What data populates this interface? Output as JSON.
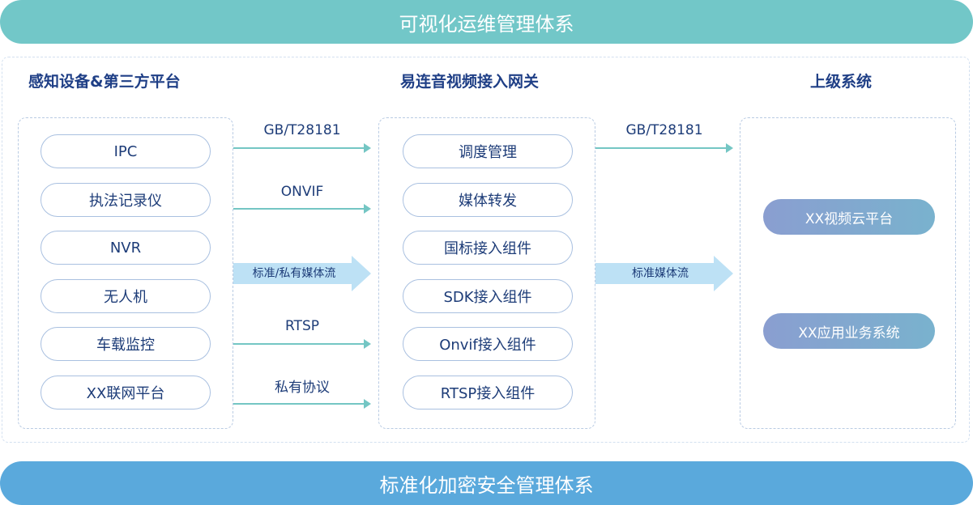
{
  "top_banner": "可视化运维管理体系",
  "bottom_banner": "标准化加密安全管理体系",
  "columns": {
    "left": {
      "title": "感知设备&第三方平台",
      "items": [
        "IPC",
        "执法记录仪",
        "NVR",
        "无人机",
        "车载监控",
        "XX联网平台"
      ]
    },
    "middle": {
      "title": "易连音视频接入网关",
      "items": [
        "调度管理",
        "媒体转发",
        "国标接入组件",
        "SDK接入组件",
        "Onvif接入组件",
        "RTSP接入组件"
      ]
    },
    "right": {
      "title": "上级系统",
      "items": [
        "XX视频云平台",
        "XX应用业务系统"
      ]
    }
  },
  "left_protocols": [
    "GB/T28181",
    "ONVIF",
    "标准/私有媒体流",
    "RTSP",
    "私有协议"
  ],
  "right_protocols": [
    "GB/T28181",
    "标准媒体流"
  ],
  "colors": {
    "top_banner": "#72c7c8",
    "bottom_banner": "#5aa9dc",
    "title_text": "#1f3f86",
    "arrow": "#74c6c4",
    "media_arrow": "#bde1f5"
  }
}
